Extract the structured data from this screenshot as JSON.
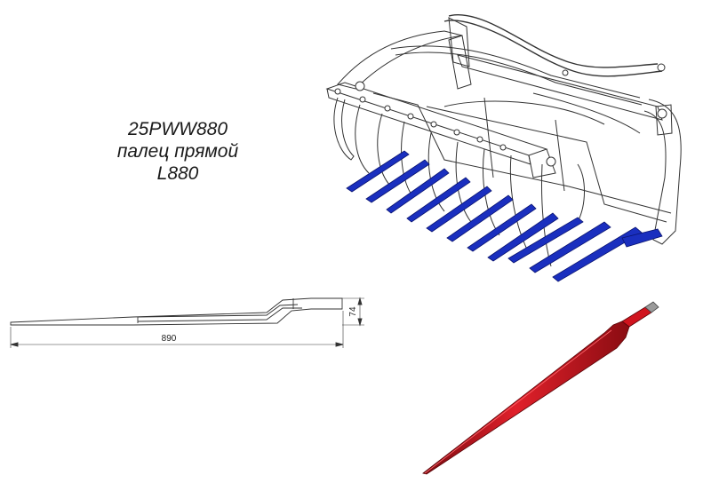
{
  "caption": {
    "code": "25PWW880",
    "name": "палец прямой",
    "length_label": "L880"
  },
  "drawing": {
    "dim_length": "890",
    "dim_height": "74"
  },
  "colors": {
    "tine_blue": "#1a2fbf",
    "tine_red": "#c0101a",
    "outline": "#333333"
  }
}
